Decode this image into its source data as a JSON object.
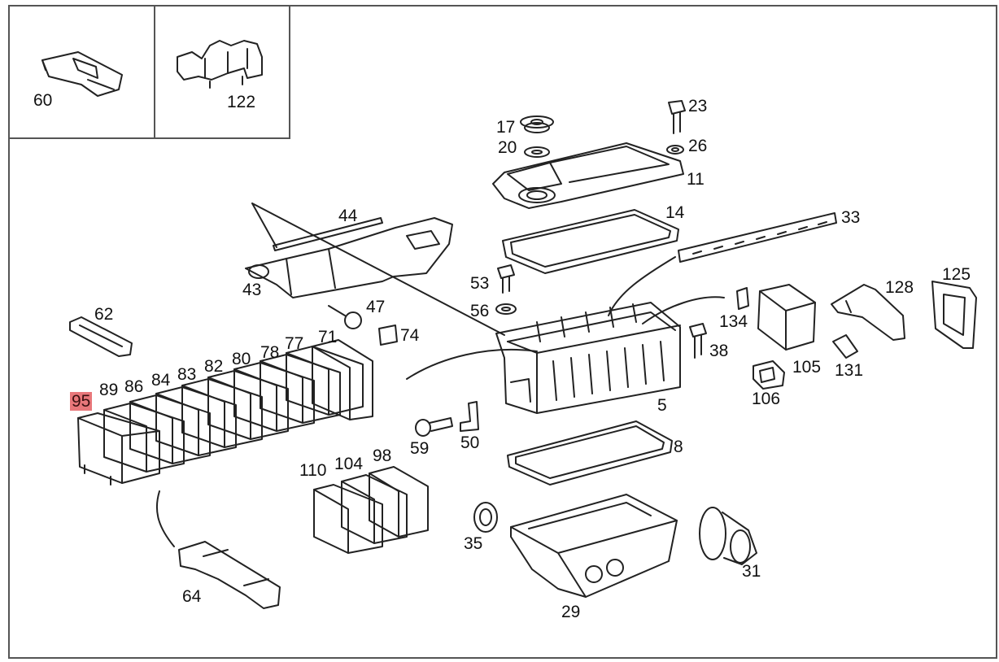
{
  "labels": {
    "p60": "60",
    "p122": "122",
    "p17": "17",
    "p20": "20",
    "p23": "23",
    "p26": "26",
    "p11": "11",
    "p14": "14",
    "p33": "33",
    "p44": "44",
    "p43": "43",
    "p47": "47",
    "p74": "74",
    "p53": "53",
    "p56": "56",
    "p62": "62",
    "p134": "134",
    "p128": "128",
    "p125": "125",
    "p38": "38",
    "p105": "105",
    "p131": "131",
    "p106": "106",
    "p5": "5",
    "p95": "95",
    "p89": "89",
    "p86": "86",
    "p84": "84",
    "p83": "83",
    "p82": "82",
    "p80": "80",
    "p78": "78",
    "p77": "77",
    "p71": "71",
    "p59": "59",
    "p50": "50",
    "p8": "8",
    "p110": "110",
    "p104": "104",
    "p98": "98",
    "p35": "35",
    "p31": "31",
    "p29": "29",
    "p64": "64"
  },
  "highlighted_part": "95",
  "colors": {
    "line": "#222222",
    "frame": "#555555",
    "highlight": "#e8777a"
  }
}
